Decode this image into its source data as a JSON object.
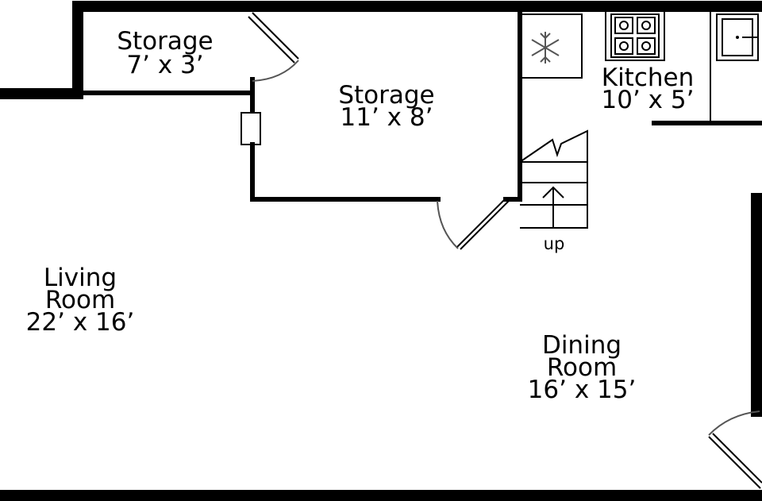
{
  "rooms": {
    "storage_small": {
      "name": "Storage",
      "size": "7’ x 3’"
    },
    "storage_large": {
      "name": "Storage",
      "size": "11’ x 8’"
    },
    "kitchen": {
      "name": "Kitchen",
      "size": "10’ x 5’"
    },
    "living": {
      "name_line1": "Living",
      "name_line2": "Room",
      "size": "22’ x 16’"
    },
    "dining": {
      "name_line1": "Dining",
      "name_line2": "Room",
      "size": "16’ x 15’"
    }
  },
  "stairs": {
    "direction_label": "up"
  }
}
